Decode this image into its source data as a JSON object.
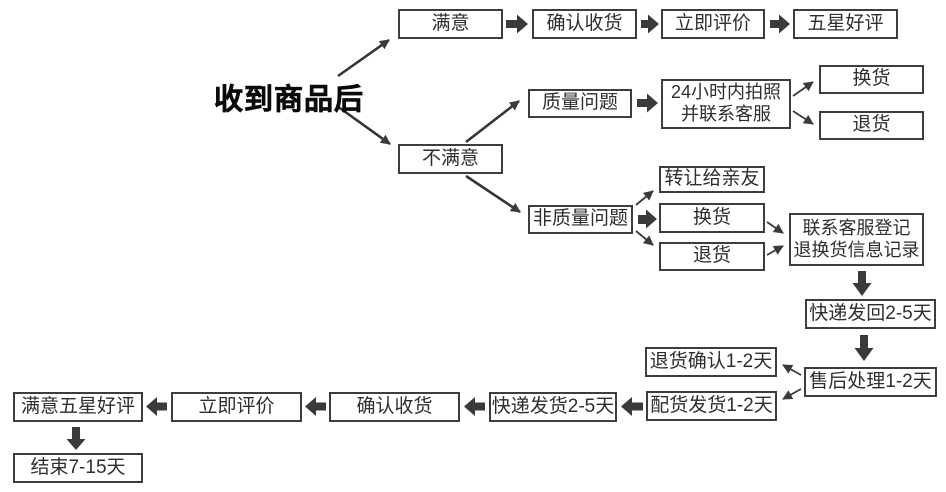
{
  "title": "收到商品后",
  "colors": {
    "box_border": "#3d3d3d",
    "text": "#2e2e2e",
    "arrow": "#3a3a3a",
    "background": "#ffffff"
  },
  "nodes": {
    "satisfied": "满意",
    "confirm_receipt_top": "确认收货",
    "review_now_top": "立即评价",
    "five_star": "五星好评",
    "unsatisfied": "不满意",
    "quality_issue": "质量问题",
    "photo_24h": "24小时内拍照\n并联系客服",
    "exchange_q": "换货",
    "return_q": "退货",
    "non_quality_issue": "非质量问题",
    "give_to_friends": "转让给亲友",
    "exchange_nq": "换货",
    "return_nq": "退货",
    "contact_service": "联系客服登记\n退换货信息记录",
    "express_back": "快递发回2-5天",
    "after_sales": "售后处理1-2天",
    "return_confirm": "退货确认1-2天",
    "allocate_ship": "配货发货1-2天",
    "express_ship": "快递发货2-5天",
    "confirm_receipt_bottom": "确认收货",
    "review_now_bottom": "立即评价",
    "satisfied_five_star": "满意五星好评",
    "end_days": "结束7-15天"
  }
}
